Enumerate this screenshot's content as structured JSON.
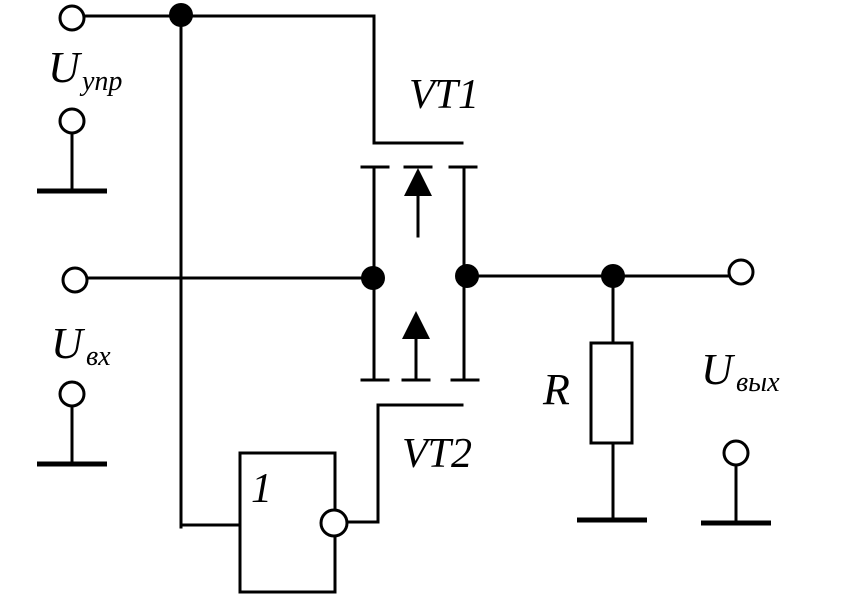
{
  "labels": {
    "u_control_main": "U",
    "u_control_sub": "упр",
    "u_in_main": "U",
    "u_in_sub": "вх",
    "u_out_main": "U",
    "u_out_sub": "вых",
    "vt1": "VT1",
    "vt2": "VT2",
    "resistor": "R",
    "inverter": "1"
  },
  "colors": {
    "ink": "#000000",
    "paper": "#ffffff"
  }
}
